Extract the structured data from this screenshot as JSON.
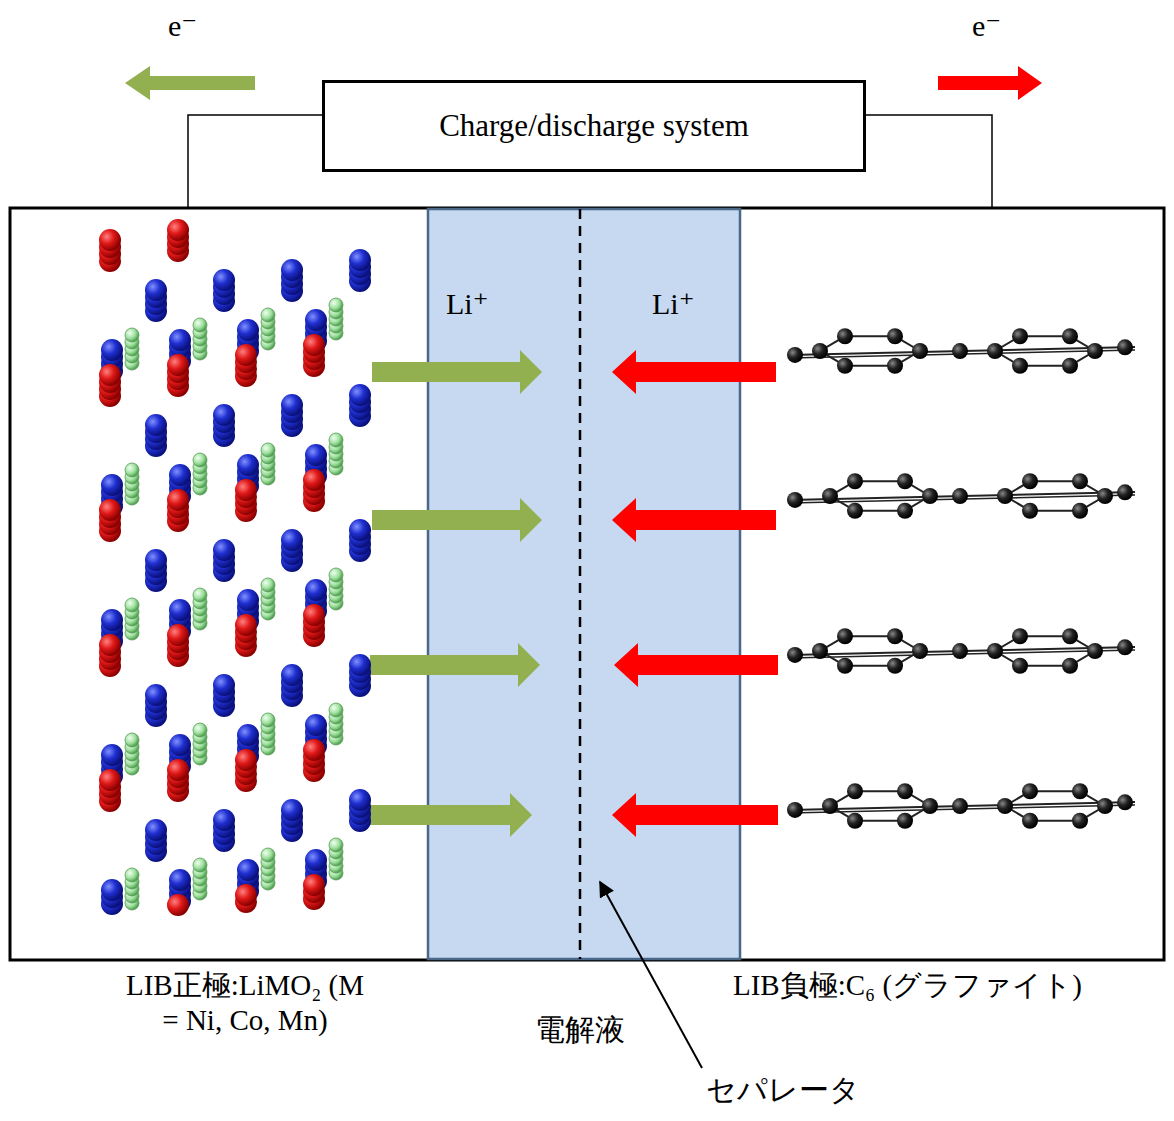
{
  "diagram": {
    "nodes": [
      {
        "text": [
          "Charge/discharge system"
        ]
      }
    ],
    "labels": [
      "e⁻",
      "e⁻",
      "Li⁺",
      "Li⁺",
      "LIB正極:LiMO₂ (M = Ni, Co, Mn)",
      "電解液",
      "LIB負極:C₆ (グラファイト)",
      "セパレータ"
    ]
  }
}
